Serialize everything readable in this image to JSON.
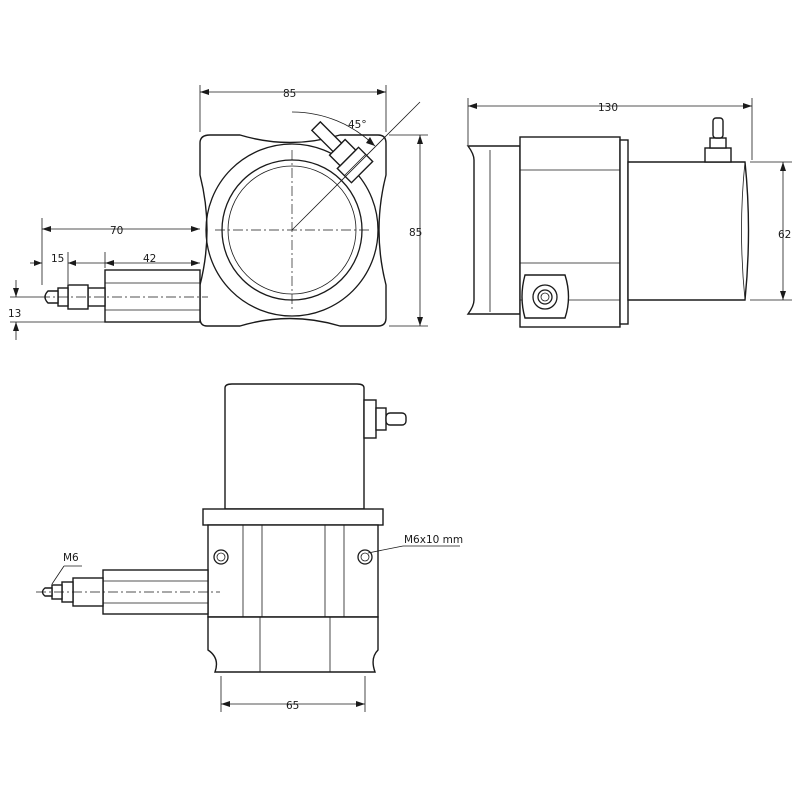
{
  "dimensions": {
    "front_width": "85",
    "front_height": "85",
    "angle": "45°",
    "wire_offset": "70",
    "wire_tip": "15",
    "wire_tube": "42",
    "wire_height": "13",
    "side_length": "130",
    "side_height": "62",
    "bottom_width": "65"
  },
  "callouts": {
    "thread": "M6",
    "mount_hole": "M6x10 mm"
  }
}
